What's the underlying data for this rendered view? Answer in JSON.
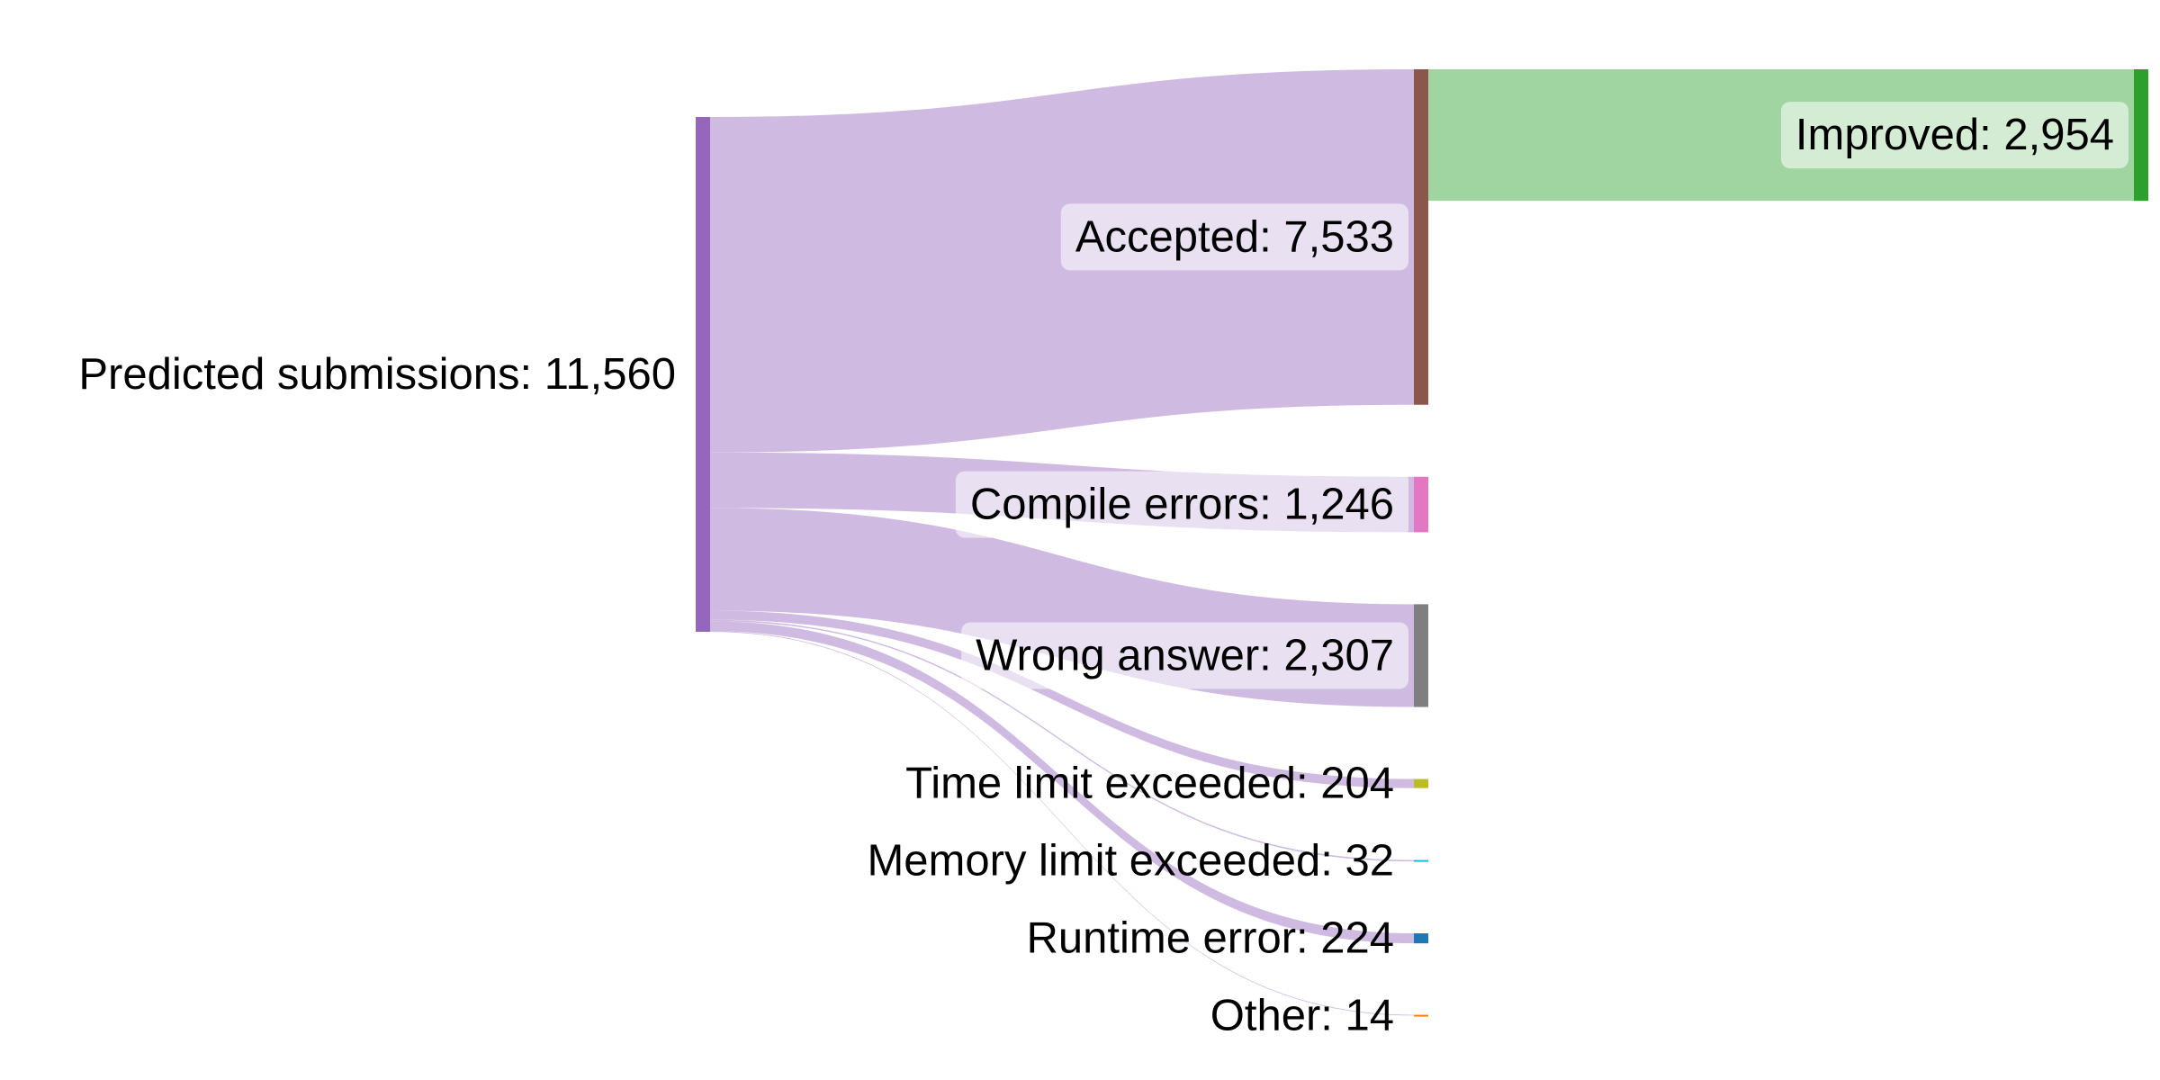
{
  "chart_data": {
    "type": "sankey",
    "number_format": "thousands-comma",
    "nodes": [
      {
        "id": "predicted",
        "label": "Predicted submissions",
        "value": 11560,
        "color": "#9467bd",
        "column": 0
      },
      {
        "id": "accepted",
        "label": "Accepted",
        "value": 7533,
        "color": "#8c564b",
        "column": 1
      },
      {
        "id": "compile",
        "label": "Compile errors",
        "value": 1246,
        "color": "#e377c2",
        "column": 1
      },
      {
        "id": "wrong",
        "label": "Wrong answer",
        "value": 2307,
        "color": "#7f7f7f",
        "column": 1
      },
      {
        "id": "tle",
        "label": "Time limit exceeded",
        "value": 204,
        "color": "#bcbd22",
        "column": 1
      },
      {
        "id": "mle",
        "label": "Memory limit exceeded",
        "value": 32,
        "color": "#17becf",
        "column": 1
      },
      {
        "id": "rte",
        "label": "Runtime error",
        "value": 224,
        "color": "#1f77b4",
        "column": 1
      },
      {
        "id": "other",
        "label": "Other",
        "value": 14,
        "color": "#ff7f0e",
        "column": 1
      },
      {
        "id": "improved",
        "label": "Improved",
        "value": 2954,
        "color": "#2ca02c",
        "column": 2
      }
    ],
    "links": [
      {
        "source": "predicted",
        "target": "accepted",
        "value": 7533,
        "color": "#cfbbe1"
      },
      {
        "source": "predicted",
        "target": "compile",
        "value": 1246,
        "color": "#cfbbe1"
      },
      {
        "source": "predicted",
        "target": "wrong",
        "value": 2307,
        "color": "#cfbbe1"
      },
      {
        "source": "predicted",
        "target": "tle",
        "value": 204,
        "color": "#cfbbe1"
      },
      {
        "source": "predicted",
        "target": "mle",
        "value": 32,
        "color": "#cfbbe1"
      },
      {
        "source": "predicted",
        "target": "rte",
        "value": 224,
        "color": "#cfbbe1"
      },
      {
        "source": "predicted",
        "target": "other",
        "value": 14,
        "color": "#cfbbe1"
      },
      {
        "source": "accepted",
        "target": "improved",
        "value": 2954,
        "color": "#a0d4a0"
      }
    ]
  }
}
